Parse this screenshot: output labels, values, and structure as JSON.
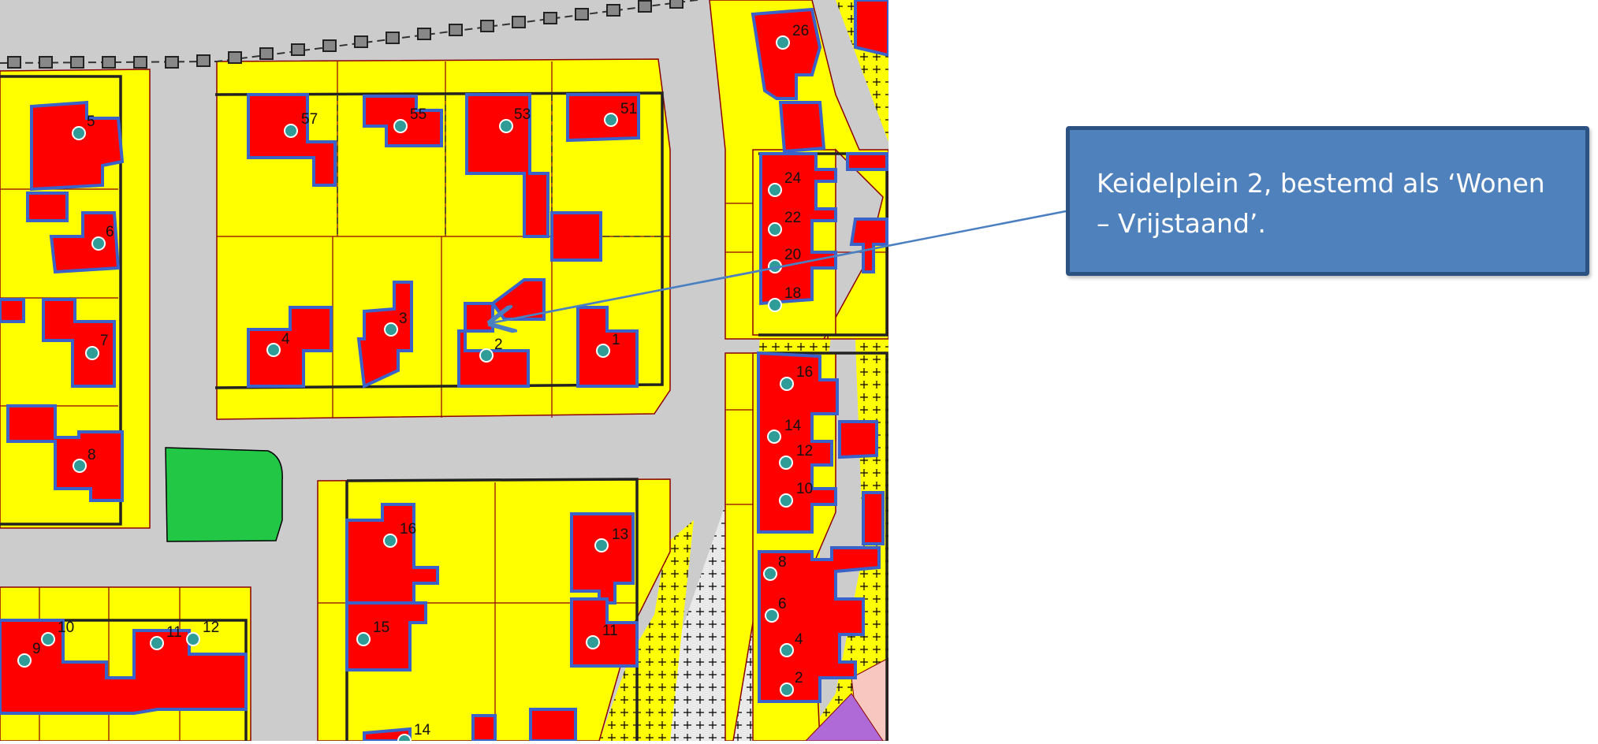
{
  "callout": {
    "text": "Keidelplein 2, bestemd als ‘Wonen – Vrijstaand’."
  },
  "house_numbers": [
    "26",
    "5",
    "57",
    "55",
    "53",
    "51",
    "24",
    "22",
    "20",
    "18",
    "6",
    "7",
    "4",
    "3",
    "2",
    "1",
    "16",
    "14",
    "12",
    "10",
    "8",
    "16",
    "13",
    "8",
    "6",
    "4",
    "2",
    "9",
    "10",
    "11",
    "12",
    "15",
    "11",
    "14"
  ],
  "colors": {
    "residential": "#ffff00",
    "building": "#ff0000",
    "building_outline": "#3a62c8",
    "road": "#cccccc",
    "green": "#22c845",
    "plot_line": "#8b0000",
    "address_point": "#2f9c98",
    "callout_fill": "#4f81bd",
    "callout_border": "#2c5281",
    "mixed_zone": "#b06ad8",
    "pink_zone": "#f8c8c0"
  }
}
